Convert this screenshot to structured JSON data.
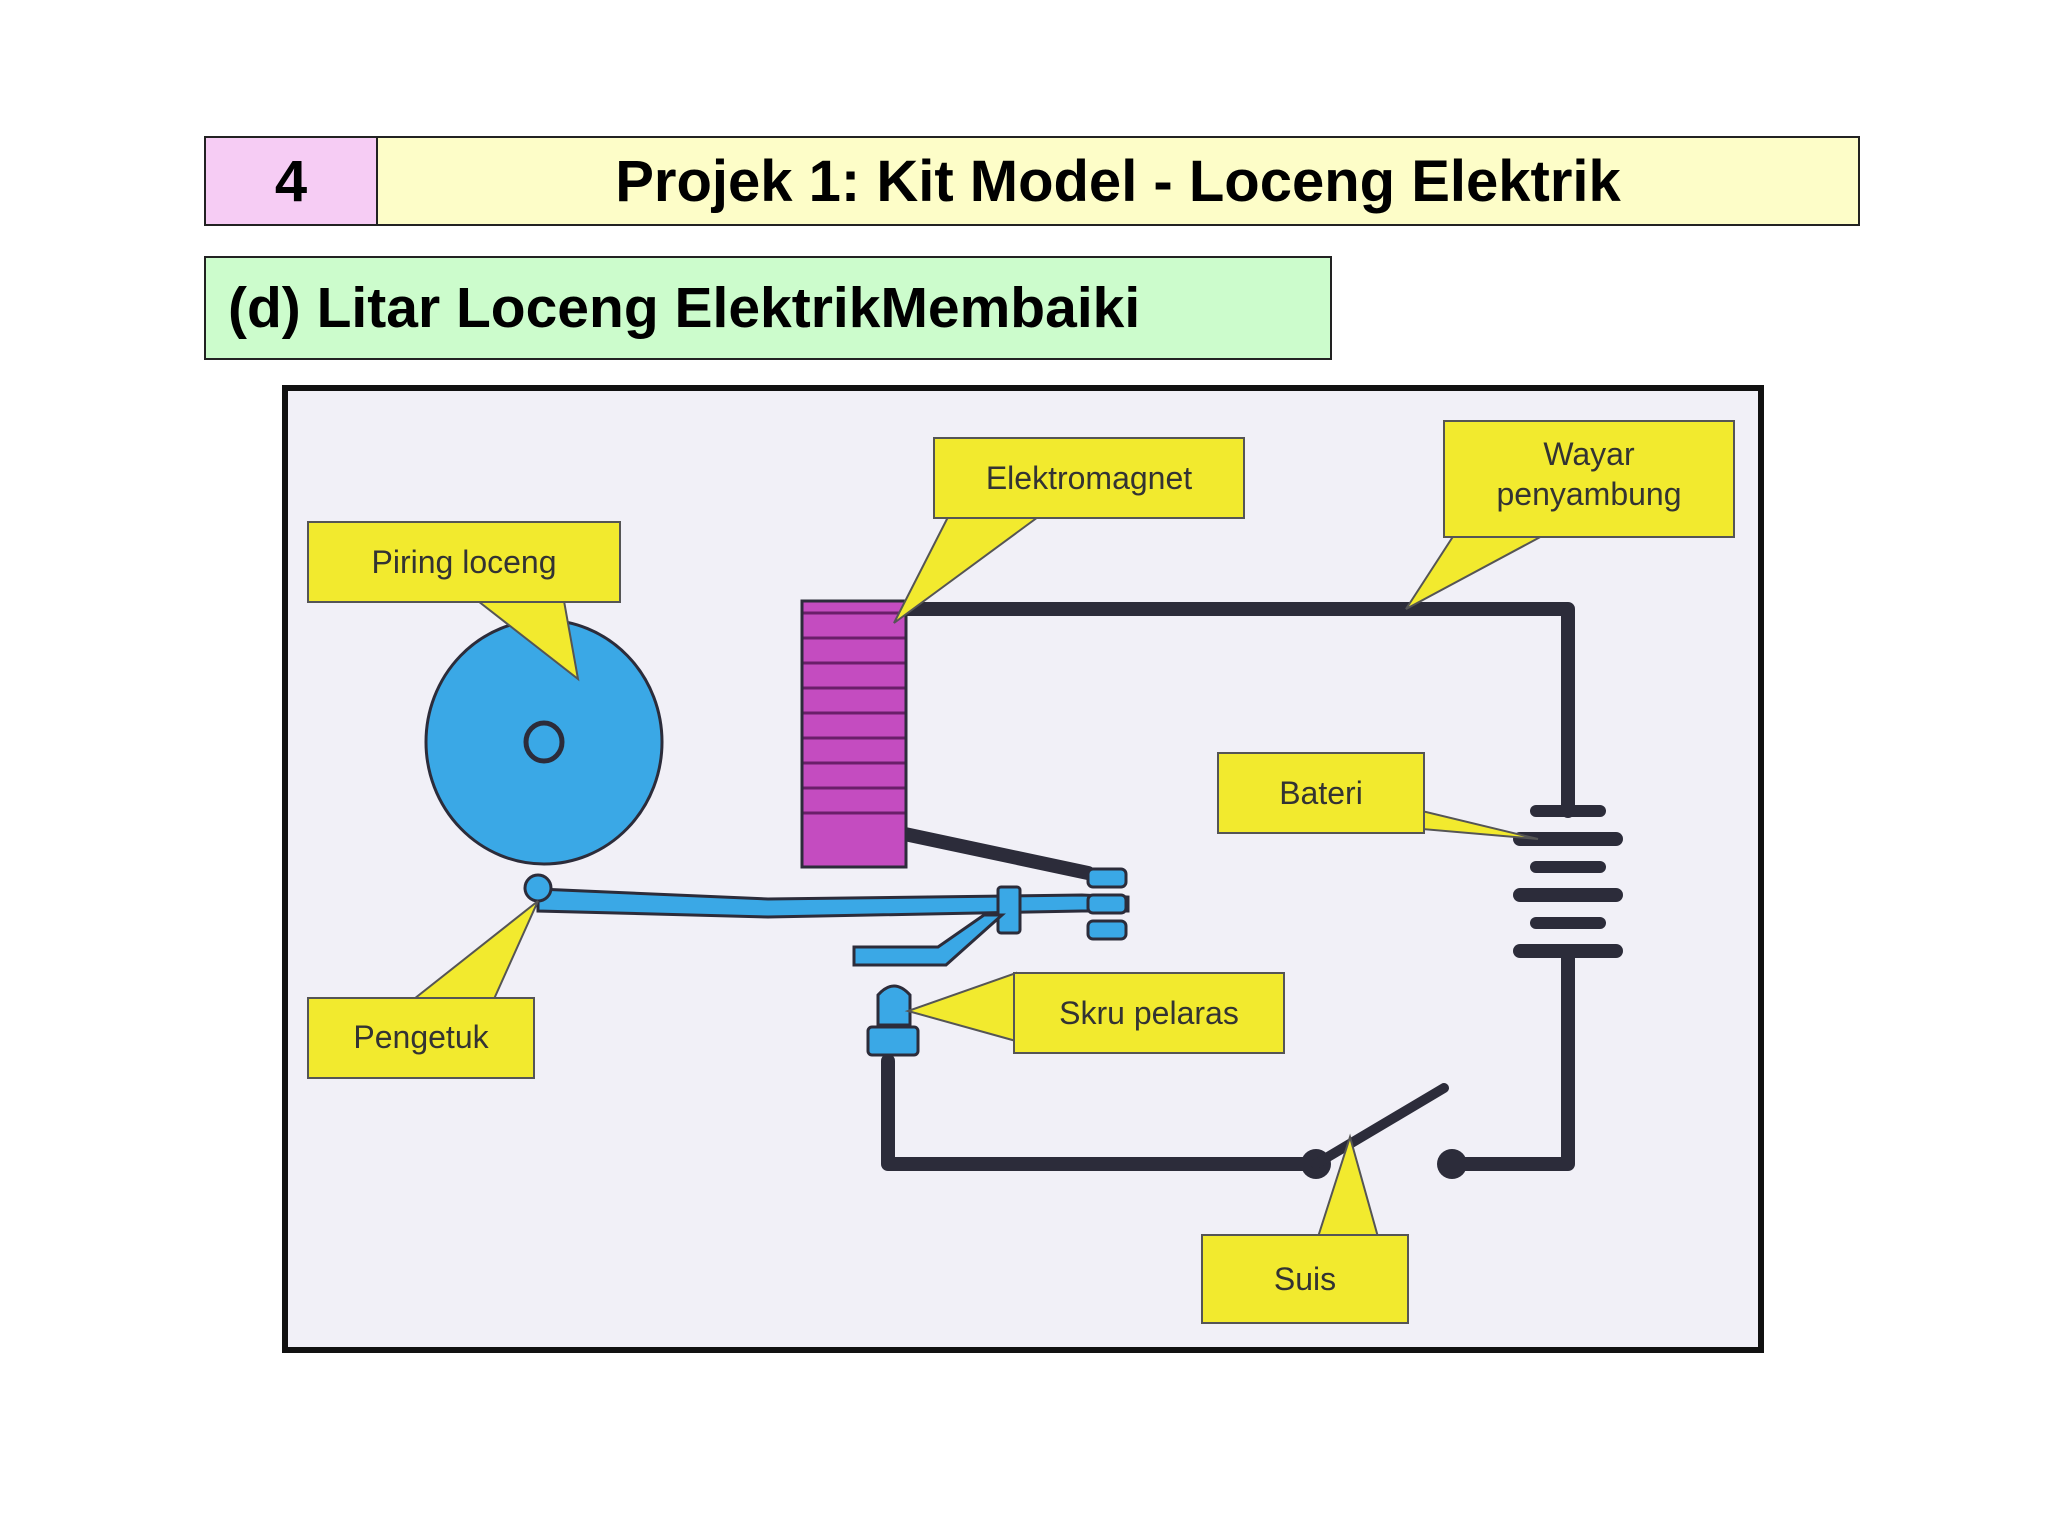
{
  "header": {
    "slide_number": "4",
    "title": "Projek 1: Kit Model - Loceng Elektrik"
  },
  "subtitle": "(d) Litar Loceng ElektrikMembaiki",
  "diagram": {
    "labels": {
      "elektromagnet": "Elektromagnet",
      "wayar_line1": "Wayar",
      "wayar_line2": "penyambung",
      "piring_loceng": "Piring loceng",
      "bateri": "Bateri",
      "pengetuk": "Pengetuk",
      "skru_pelaras": "Skru pelaras",
      "suis": "Suis"
    },
    "colors": {
      "callout": "#f2ea2e",
      "bell": "#3aa8e6",
      "coil": "#c44cc0",
      "wire": "#2c2c3a",
      "background": "#f1f0f7"
    }
  }
}
